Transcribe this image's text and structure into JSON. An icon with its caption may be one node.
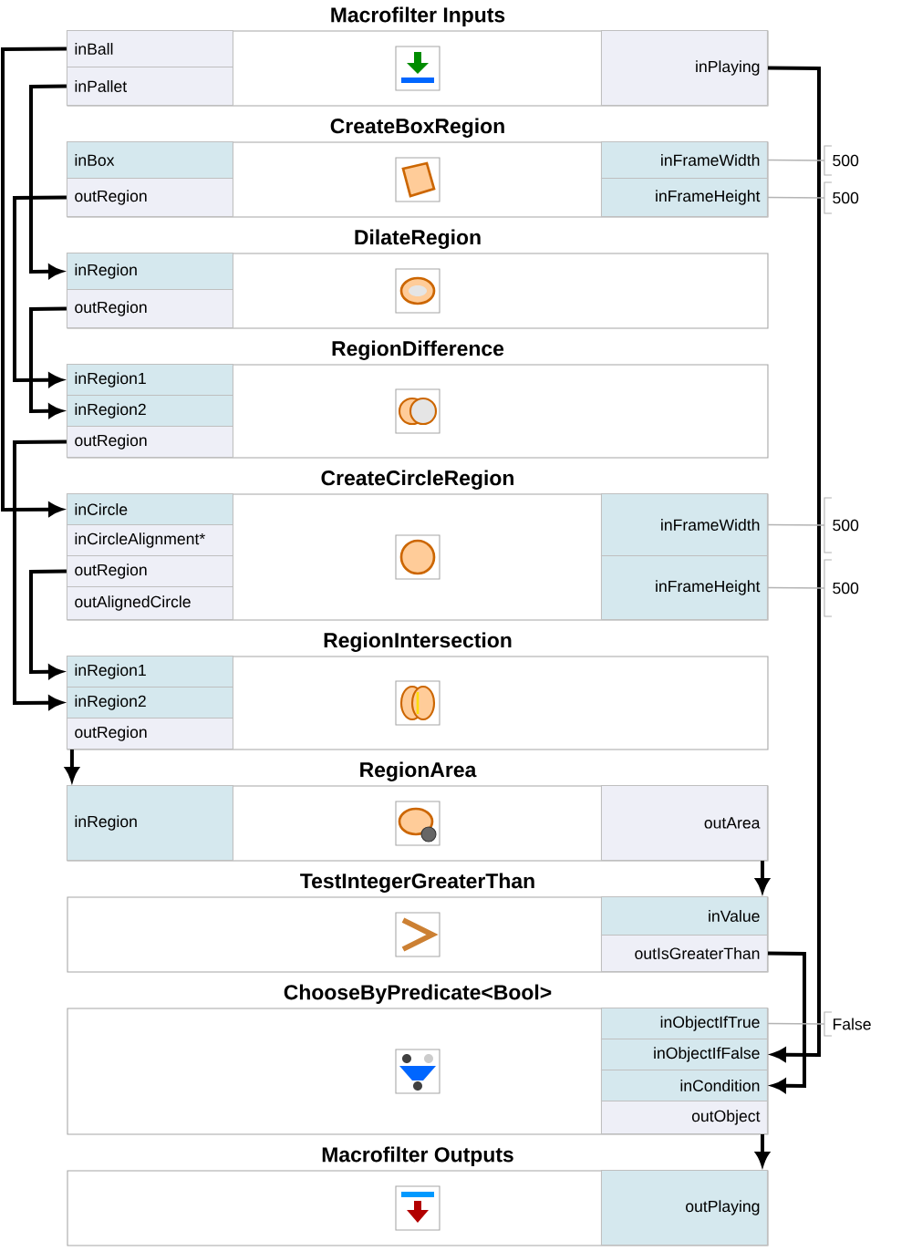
{
  "diagram": {
    "nodes": [
      {
        "text": [
          "Macrofilter Inputs"
        ]
      },
      {
        "text": [
          "inBall"
        ],
        "in": 0
      },
      {
        "text": [
          "inPallet"
        ],
        "in": 0
      },
      {
        "text": [
          "inPlaying"
        ],
        "in": 0
      },
      {
        "text": [
          "CreateBoxRegion"
        ]
      },
      {
        "text": [
          "inBox"
        ],
        "in": 4
      },
      {
        "text": [
          "outRegion"
        ],
        "in": 4
      },
      {
        "text": [
          "inFrameWidth"
        ],
        "in": 4
      },
      {
        "text": [
          "inFrameHeight"
        ],
        "in": 4
      },
      {
        "text": [
          "500"
        ]
      },
      {
        "text": [
          "500"
        ]
      },
      {
        "text": [
          "DilateRegion"
        ]
      },
      {
        "text": [
          "inRegion"
        ],
        "in": 11
      },
      {
        "text": [
          "outRegion"
        ],
        "in": 11
      },
      {
        "text": [
          "RegionDifference"
        ]
      },
      {
        "text": [
          "inRegion1"
        ],
        "in": 14
      },
      {
        "text": [
          "inRegion2"
        ],
        "in": 14
      },
      {
        "text": [
          "outRegion"
        ],
        "in": 14
      },
      {
        "text": [
          "CreateCircleRegion"
        ]
      },
      {
        "text": [
          "inCircle"
        ],
        "in": 18
      },
      {
        "text": [
          "inCircleAlignment*"
        ],
        "in": 18
      },
      {
        "text": [
          "outRegion"
        ],
        "in": 18
      },
      {
        "text": [
          "outAlignedCircle"
        ],
        "in": 18
      },
      {
        "text": [
          "inFrameWidth"
        ],
        "in": 18
      },
      {
        "text": [
          "inFrameHeight"
        ],
        "in": 18
      },
      {
        "text": [
          "500"
        ]
      },
      {
        "text": [
          "500"
        ]
      },
      {
        "text": [
          "RegionIntersection"
        ]
      },
      {
        "text": [
          "inRegion1"
        ],
        "in": 27
      },
      {
        "text": [
          "inRegion2"
        ],
        "in": 27
      },
      {
        "text": [
          "outRegion"
        ],
        "in": 27
      },
      {
        "text": [
          "RegionArea"
        ]
      },
      {
        "text": [
          "inRegion"
        ],
        "in": 31
      },
      {
        "text": [
          "outArea"
        ],
        "in": 31
      },
      {
        "text": [
          "TestIntegerGreaterThan"
        ]
      },
      {
        "text": [
          "inValue"
        ],
        "in": 34
      },
      {
        "text": [
          "outIsGreaterThan"
        ],
        "in": 34
      },
      {
        "text": [
          "ChooseByPredicate<Bool>"
        ]
      },
      {
        "text": [
          "inObjectIfTrue"
        ],
        "in": 37
      },
      {
        "text": [
          "inObjectIfFalse"
        ],
        "in": 37
      },
      {
        "text": [
          "inCondition"
        ],
        "in": 37
      },
      {
        "text": [
          "outObject"
        ],
        "in": 37
      },
      {
        "text": [
          "False"
        ]
      },
      {
        "text": [
          "Macrofilter Outputs"
        ]
      },
      {
        "text": [
          "outPlaying"
        ],
        "in": 43
      }
    ],
    "edges": [
      {
        "from": 1,
        "to": 19,
        "arrow": "to"
      },
      {
        "from": 2,
        "to": 12,
        "arrow": "to"
      },
      {
        "from": 6,
        "to": 15,
        "arrow": "to"
      },
      {
        "from": 13,
        "to": 16,
        "arrow": "to"
      },
      {
        "from": 17,
        "to": 29,
        "arrow": "to"
      },
      {
        "from": 21,
        "to": 28,
        "arrow": "to"
      },
      {
        "from": 30,
        "to": 32,
        "arrow": "to"
      },
      {
        "from": 33,
        "to": 35,
        "arrow": "to"
      },
      {
        "from": 3,
        "to": 39,
        "arrow": "to"
      },
      {
        "from": 36,
        "to": 40,
        "arrow": "to"
      },
      {
        "from": 41,
        "to": 44,
        "arrow": "to"
      },
      {
        "from": 9,
        "to": 7,
        "arrow": "none",
        "color": "#b4b4b4"
      },
      {
        "from": 10,
        "to": 8,
        "arrow": "none",
        "color": "#b4b4b4"
      },
      {
        "from": 25,
        "to": 23,
        "arrow": "none",
        "color": "#b4b4b4"
      },
      {
        "from": 26,
        "to": 24,
        "arrow": "none",
        "color": "#b4b4b4"
      },
      {
        "from": 42,
        "to": 38,
        "arrow": "none",
        "color": "#b4b4b4"
      }
    ]
  }
}
